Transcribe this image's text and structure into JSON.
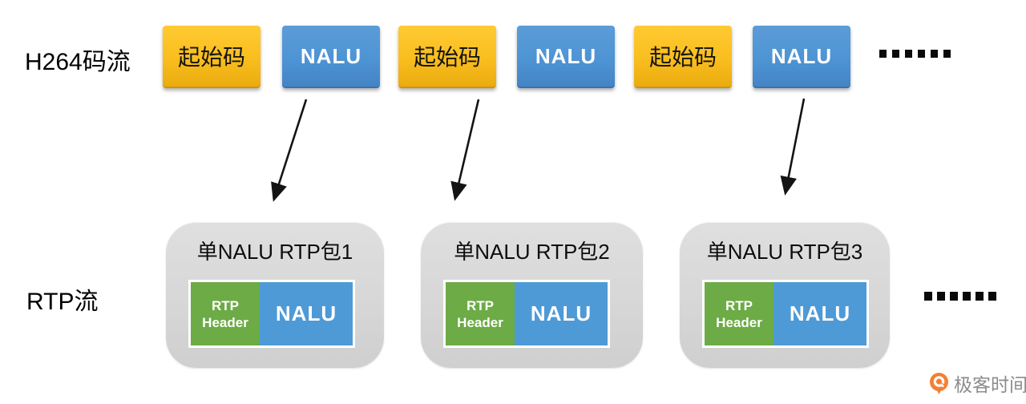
{
  "stage_labels": {
    "h264": "H264码流",
    "rtp": "RTP流"
  },
  "h264_row": {
    "boxes": [
      {
        "type": "start-code",
        "label": "起始码"
      },
      {
        "type": "nalu",
        "label": "NALU"
      },
      {
        "type": "start-code",
        "label": "起始码"
      },
      {
        "type": "nalu",
        "label": "NALU"
      },
      {
        "type": "start-code",
        "label": "起始码"
      },
      {
        "type": "nalu",
        "label": "NALU"
      }
    ],
    "ellipsis": "……"
  },
  "rtp_row": {
    "packets": [
      {
        "title": "单NALU RTP包1",
        "header_line1": "RTP",
        "header_line2": "Header",
        "payload": "NALU"
      },
      {
        "title": "单NALU RTP包2",
        "header_line1": "RTP",
        "header_line2": "Header",
        "payload": "NALU"
      },
      {
        "title": "单NALU RTP包3",
        "header_line1": "RTP",
        "header_line2": "Header",
        "payload": "NALU"
      }
    ],
    "ellipsis": "……"
  },
  "footer": {
    "logo_text": "极客时间"
  },
  "colors": {
    "start_code_yellow": "#F9BE1E",
    "nalu_blue": "#4E94D4",
    "rtp_header_green": "#6CAB45",
    "packet_card_gray": "#D7D7D7",
    "arrow_black": "#141414",
    "logo_orange": "#F57F31"
  }
}
